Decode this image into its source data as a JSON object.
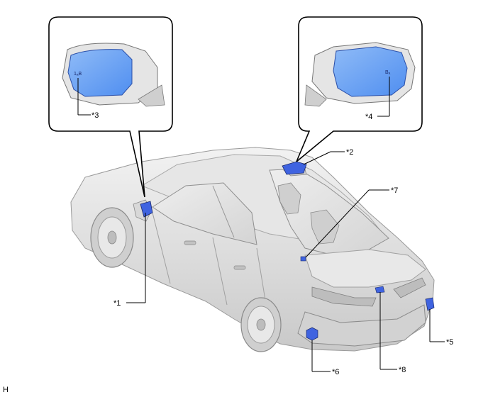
{
  "labels": {
    "c1": "*1",
    "c2": "*2",
    "c3": "*3",
    "c4": "*4",
    "c5": "*5",
    "c6": "*6",
    "c7": "*7",
    "c8": "*8"
  },
  "mirror_marks": {
    "left": "1ₐB",
    "right": "Bₐ"
  },
  "corner_letter": "H",
  "colors": {
    "highlight": "#3f63e0",
    "mirror_glass": "#6aa3f5",
    "car_body": "#dcdcdc",
    "outline": "#000000"
  }
}
